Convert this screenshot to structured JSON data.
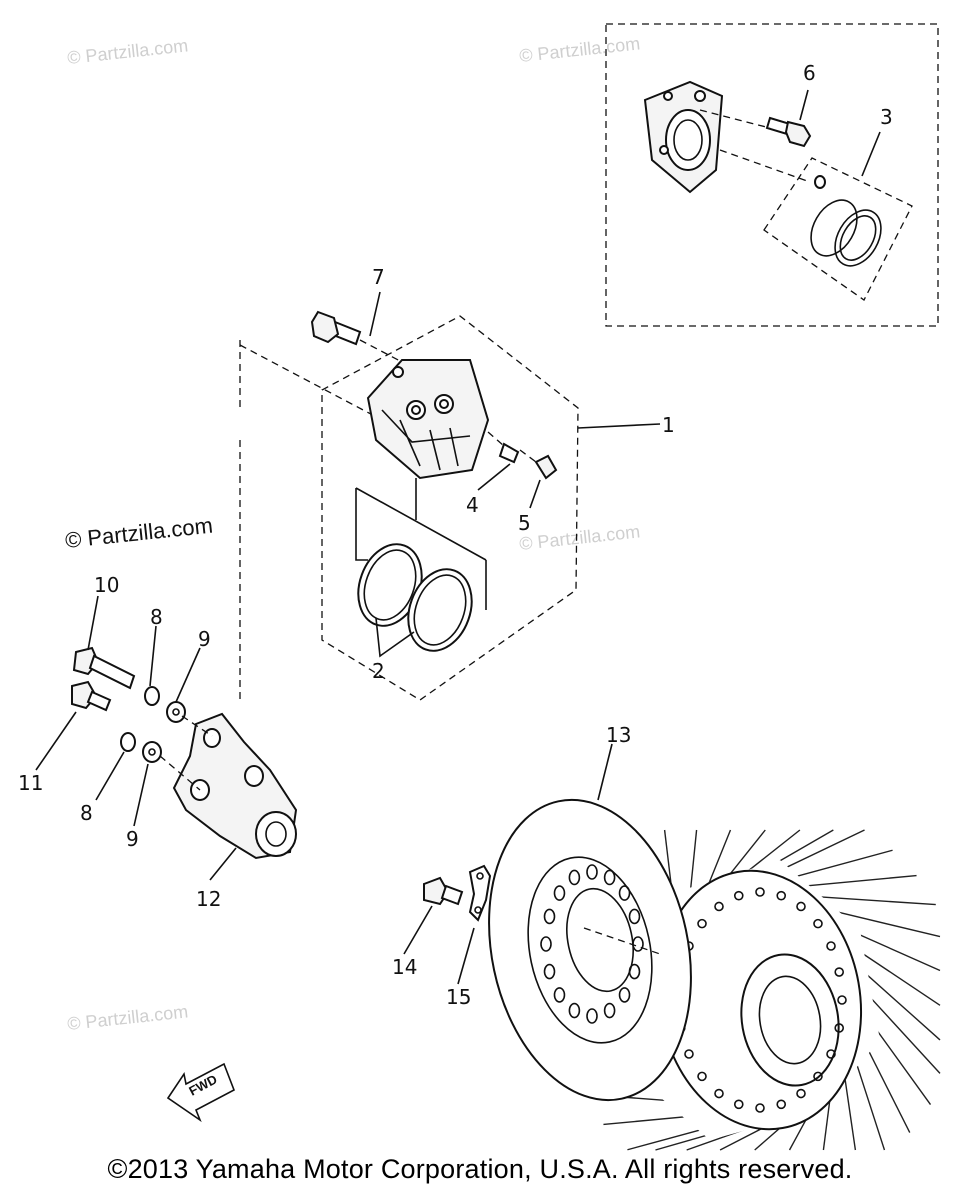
{
  "watermarks": {
    "text": "© Partzilla.com",
    "main_text": "© Partzilla.com"
  },
  "callouts": {
    "c1": "1",
    "c2": "2",
    "c3": "3",
    "c4": "4",
    "c5": "5",
    "c6": "6",
    "c7": "7",
    "c8a": "8",
    "c8b": "8",
    "c9a": "9",
    "c9b": "9",
    "c10": "10",
    "c11": "11",
    "c12": "12",
    "c13": "13",
    "c14": "14",
    "c15": "15"
  },
  "fwd_label": "FWD",
  "copyright": "©2013  Yamaha Motor Corporation, U.S.A. All rights reserved."
}
